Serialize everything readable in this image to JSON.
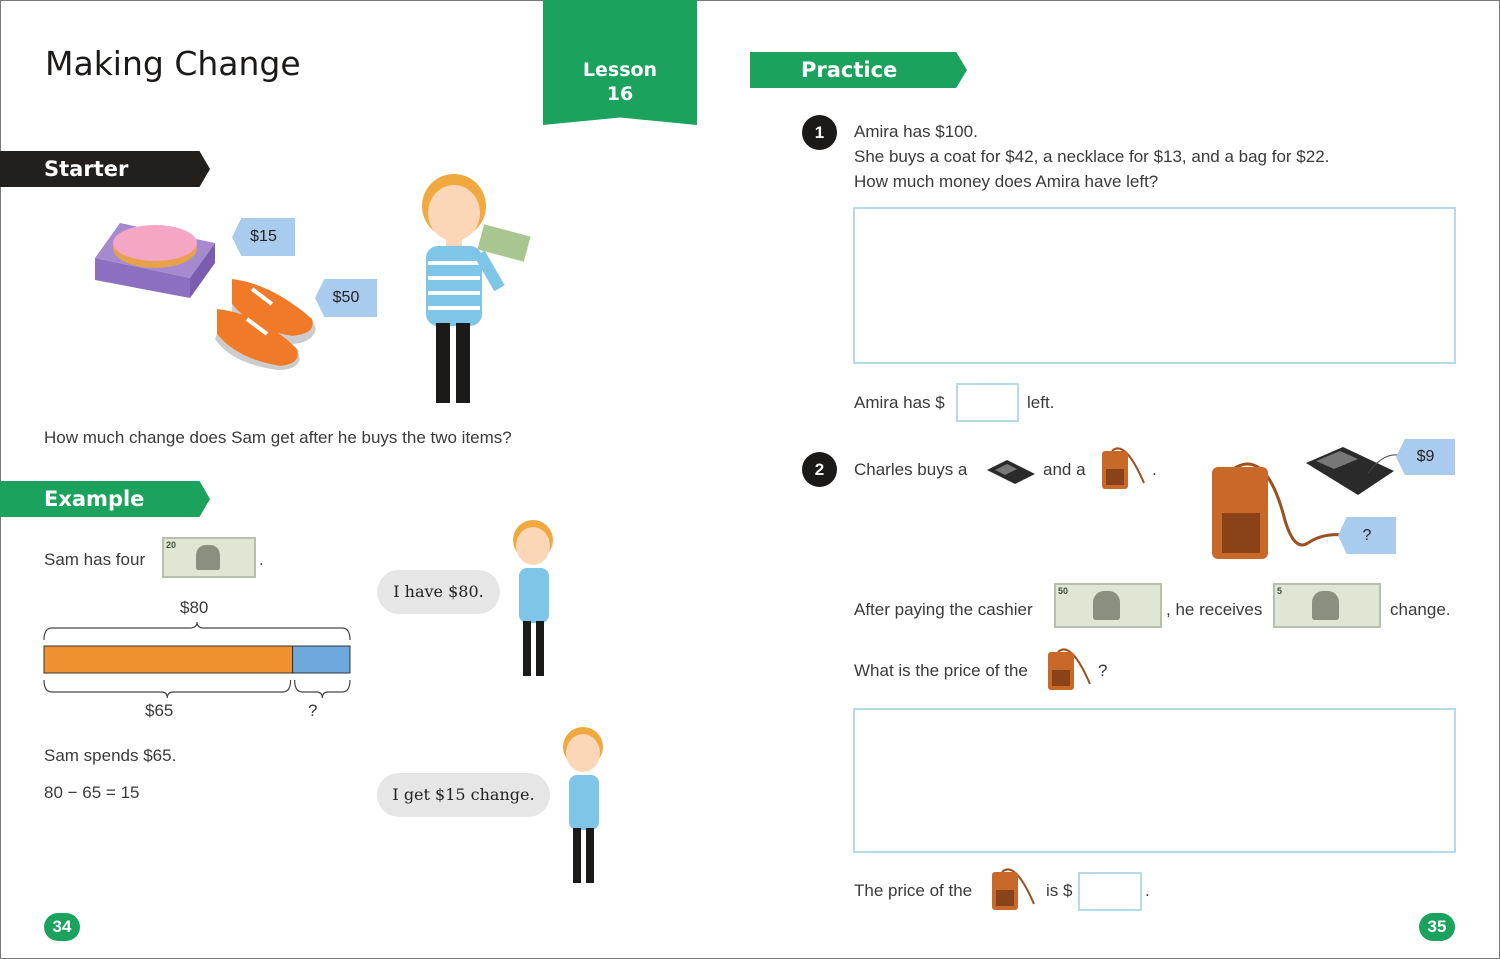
{
  "title": "Making Change",
  "lesson": {
    "label": "Lesson",
    "number": "16"
  },
  "colors": {
    "green": "#1ba35e",
    "dark": "#231f1c",
    "orange": "#f09131",
    "blue": "#6fa8dc",
    "tag": "#a9cbee",
    "answer_border": "#b4dbe6"
  },
  "starter": {
    "heading": "Starter",
    "tags": [
      "$15",
      "$50"
    ],
    "question": "How much change does Sam get after he buys the two items?"
  },
  "example": {
    "heading": "Example",
    "sam_has": "Sam has four",
    "sam_has_end": ".",
    "bill_value": "20",
    "bar_total": "$80",
    "bar_part_known": "$65",
    "bar_part_unknown": "?",
    "bar_known_fraction": 0.8125,
    "spends": "Sam spends $65.",
    "equation": "80 − 65 = 15",
    "speech1": "I have $80.",
    "speech2": "I get $15 change."
  },
  "practice": {
    "heading": "Practice",
    "q1": {
      "number": "1",
      "lines": [
        "Amira has $100.",
        "She buys a coat for $42, a necklace for $13, and a bag for $22.",
        "How much money does Amira have left?"
      ],
      "answer_prefix": "Amira has $",
      "answer_suffix": "left."
    },
    "q2": {
      "number": "2",
      "charles_buys": "Charles buys a",
      "and_a": "and a",
      "period": ".",
      "tag_calc": "$9",
      "tag_bag": "?",
      "after_paying": "After paying the cashier",
      "he_receives": ", he receives",
      "change": "change.",
      "paid_bill": "50",
      "change_bill": "5",
      "what_price": "What is the price of the",
      "question_mark": "?",
      "price_prefix": "The price of the",
      "price_is": "is $",
      "price_end": "."
    }
  },
  "page_numbers": {
    "left": "34",
    "right": "35"
  }
}
